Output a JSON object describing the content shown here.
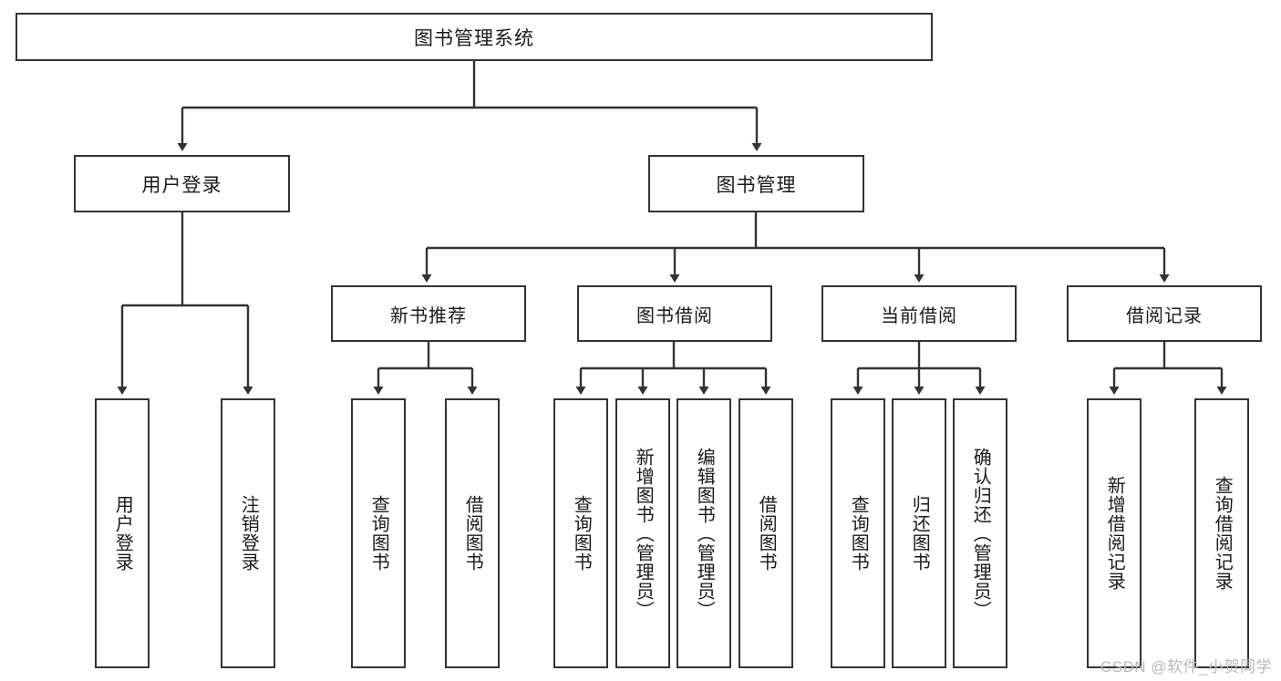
{
  "diagram": {
    "title": "图书管理系统",
    "type": "tree-hierarchy-chart",
    "root": {
      "label": "图书管理系统"
    },
    "level2": [
      {
        "label": "用户登录"
      },
      {
        "label": "图书管理"
      }
    ],
    "level3": [
      {
        "label": "新书推荐"
      },
      {
        "label": "图书借阅"
      },
      {
        "label": "当前借阅"
      },
      {
        "label": "借阅记录"
      }
    ],
    "leaves": {
      "user_login": [
        {
          "label": "用户登录"
        },
        {
          "label": "注销登录"
        }
      ],
      "new_book_recommend": [
        {
          "label": "查询图书"
        },
        {
          "label": "借阅图书"
        }
      ],
      "book_borrow": [
        {
          "label": "查询图书"
        },
        {
          "label": "新增图书（管理员）"
        },
        {
          "label": "编辑图书（管理员）"
        },
        {
          "label": "借阅图书"
        }
      ],
      "current_borrow": [
        {
          "label": "查询图书"
        },
        {
          "label": "归还图书"
        },
        {
          "label": "确认归还（管理员）"
        }
      ],
      "borrow_record": [
        {
          "label": "新增借阅记录"
        },
        {
          "label": "查询借阅记录"
        }
      ]
    }
  },
  "watermark": {
    "text": "CSDN @软件_小贺同学"
  },
  "colors": {
    "border": "#333333",
    "background": "#ffffff",
    "text": "#1a1a1a",
    "watermark": "#b8b8b8"
  }
}
